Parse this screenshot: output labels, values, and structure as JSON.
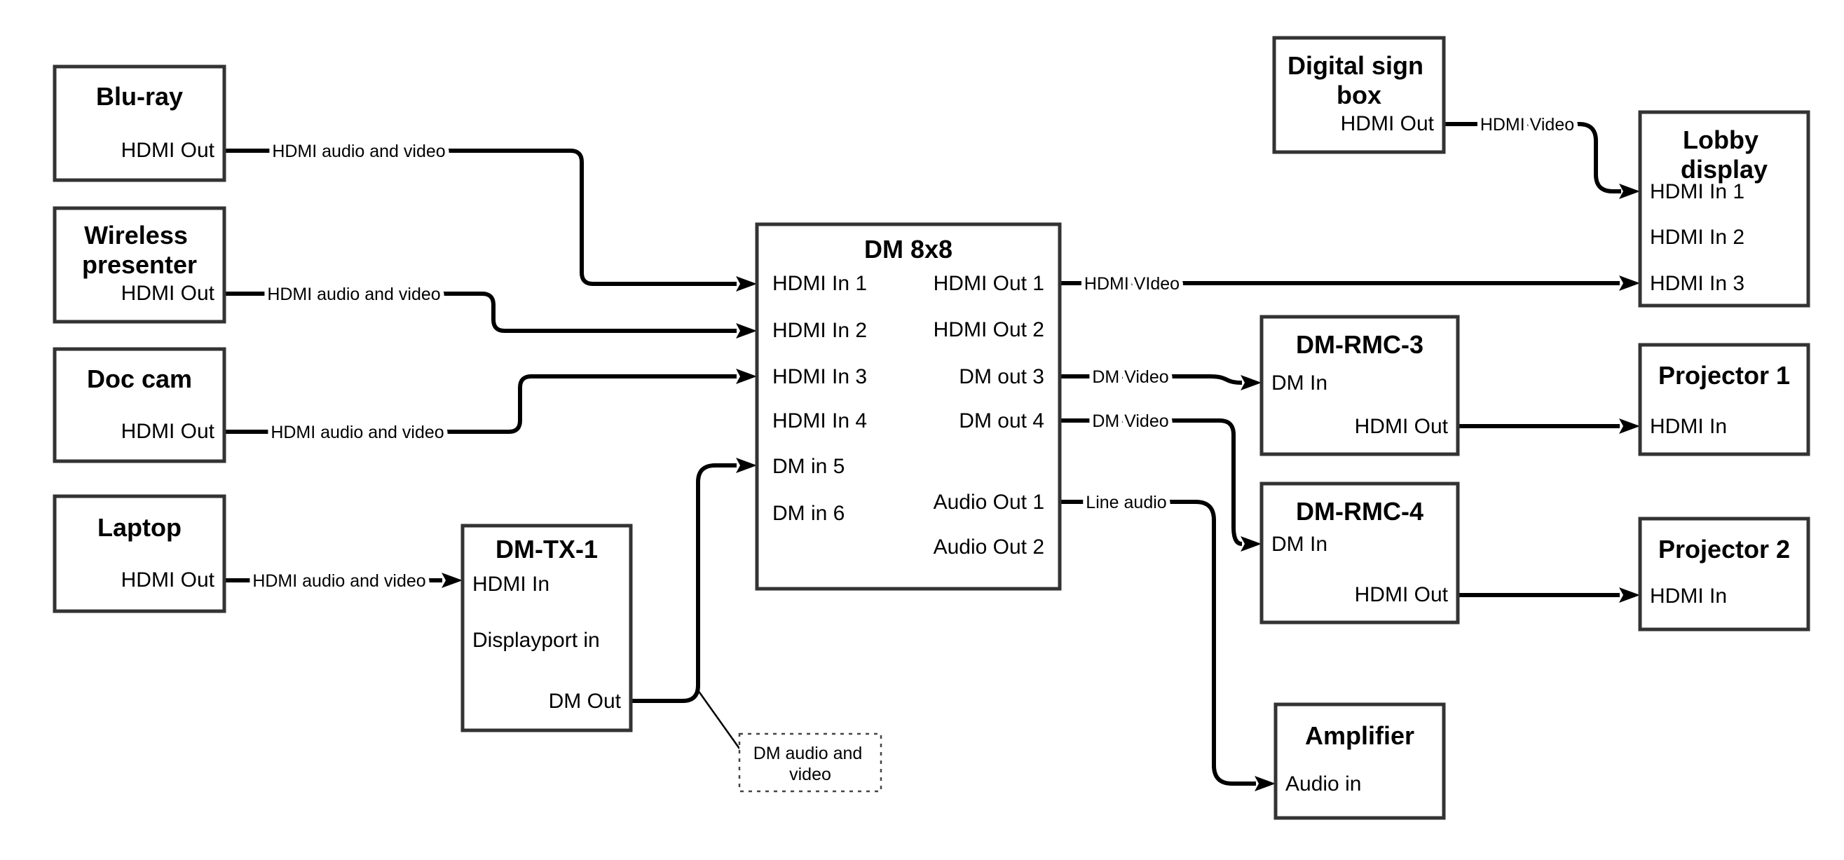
{
  "diagram": {
    "nodes": {
      "bluray": {
        "title_lines": [
          "Blu-ray"
        ],
        "ports": {
          "hdmi_out": "HDMI Out"
        }
      },
      "wireless": {
        "title_lines": [
          "Wireless",
          "presenter"
        ],
        "ports": {
          "hdmi_out": "HDMI Out"
        }
      },
      "doccam": {
        "title_lines": [
          "Doc cam"
        ],
        "ports": {
          "hdmi_out": "HDMI Out"
        }
      },
      "laptop": {
        "title_lines": [
          "Laptop"
        ],
        "ports": {
          "hdmi_out": "HDMI Out"
        }
      },
      "dmtx1": {
        "title_lines": [
          "DM-TX-1"
        ],
        "ports": {
          "hdmi_in": "HDMI In",
          "displayport_in": "Displayport in",
          "dm_out": "DM Out"
        }
      },
      "dm8x8": {
        "title_lines": [
          "DM 8x8"
        ],
        "ports": {
          "hdmi_in_1": "HDMI In 1",
          "hdmi_in_2": "HDMI In 2",
          "hdmi_in_3": "HDMI In 3",
          "hdmi_in_4": "HDMI In 4",
          "dm_in_5": "DM in 5",
          "dm_in_6": "DM in 6",
          "hdmi_out_1": "HDMI Out 1",
          "hdmi_out_2": "HDMI Out 2",
          "dm_out_3": "DM out 3",
          "dm_out_4": "DM out 4",
          "audio_out_1": "Audio Out 1",
          "audio_out_2": "Audio Out 2"
        }
      },
      "digital_sign": {
        "title_lines": [
          "Digital sign",
          "box"
        ],
        "ports": {
          "hdmi_out": "HDMI Out"
        }
      },
      "lobby": {
        "title_lines": [
          "Lobby",
          "display"
        ],
        "ports": {
          "hdmi_in_1": "HDMI In 1",
          "hdmi_in_2": "HDMI In 2",
          "hdmi_in_3": "HDMI In 3"
        }
      },
      "dmrmc3": {
        "title_lines": [
          "DM-RMC-3"
        ],
        "ports": {
          "dm_in": "DM In",
          "hdmi_out": "HDMI Out"
        }
      },
      "projector1": {
        "title_lines": [
          "Projector 1"
        ],
        "ports": {
          "hdmi_in": "HDMI In"
        }
      },
      "dmrmc4": {
        "title_lines": [
          "DM-RMC-4"
        ],
        "ports": {
          "dm_in": "DM In",
          "hdmi_out": "HDMI Out"
        }
      },
      "projector2": {
        "title_lines": [
          "Projector 2"
        ],
        "ports": {
          "hdmi_in": "HDMI In"
        }
      },
      "amplifier": {
        "title_lines": [
          "Amplifier"
        ],
        "ports": {
          "audio_in": "Audio in"
        }
      }
    },
    "edge_labels": {
      "bluray_to_dm8x8": "HDMI audio and video",
      "wireless_to_dm8x8": "HDMI audio and video",
      "doccam_to_dm8x8": "HDMI audio and video",
      "laptop_to_dmtx1": "HDMI audio and video",
      "dm8x8_out1_to_lobby": "HDMI VIdeo",
      "dm8x8_out3_to_dmrmc3": "DM Video",
      "dm8x8_out4_to_dmrmc4": "DM Video",
      "dm8x8_audio1_to_amp": "Line audio",
      "digitalsign_to_lobby": "HDMI Video"
    },
    "callout": {
      "line1": "DM audio and",
      "line2": "video"
    },
    "colors": {
      "line": "#000000",
      "box_border": "#333333",
      "text": "#000000",
      "background": "#ffffff",
      "callout_border": "#444444"
    }
  }
}
